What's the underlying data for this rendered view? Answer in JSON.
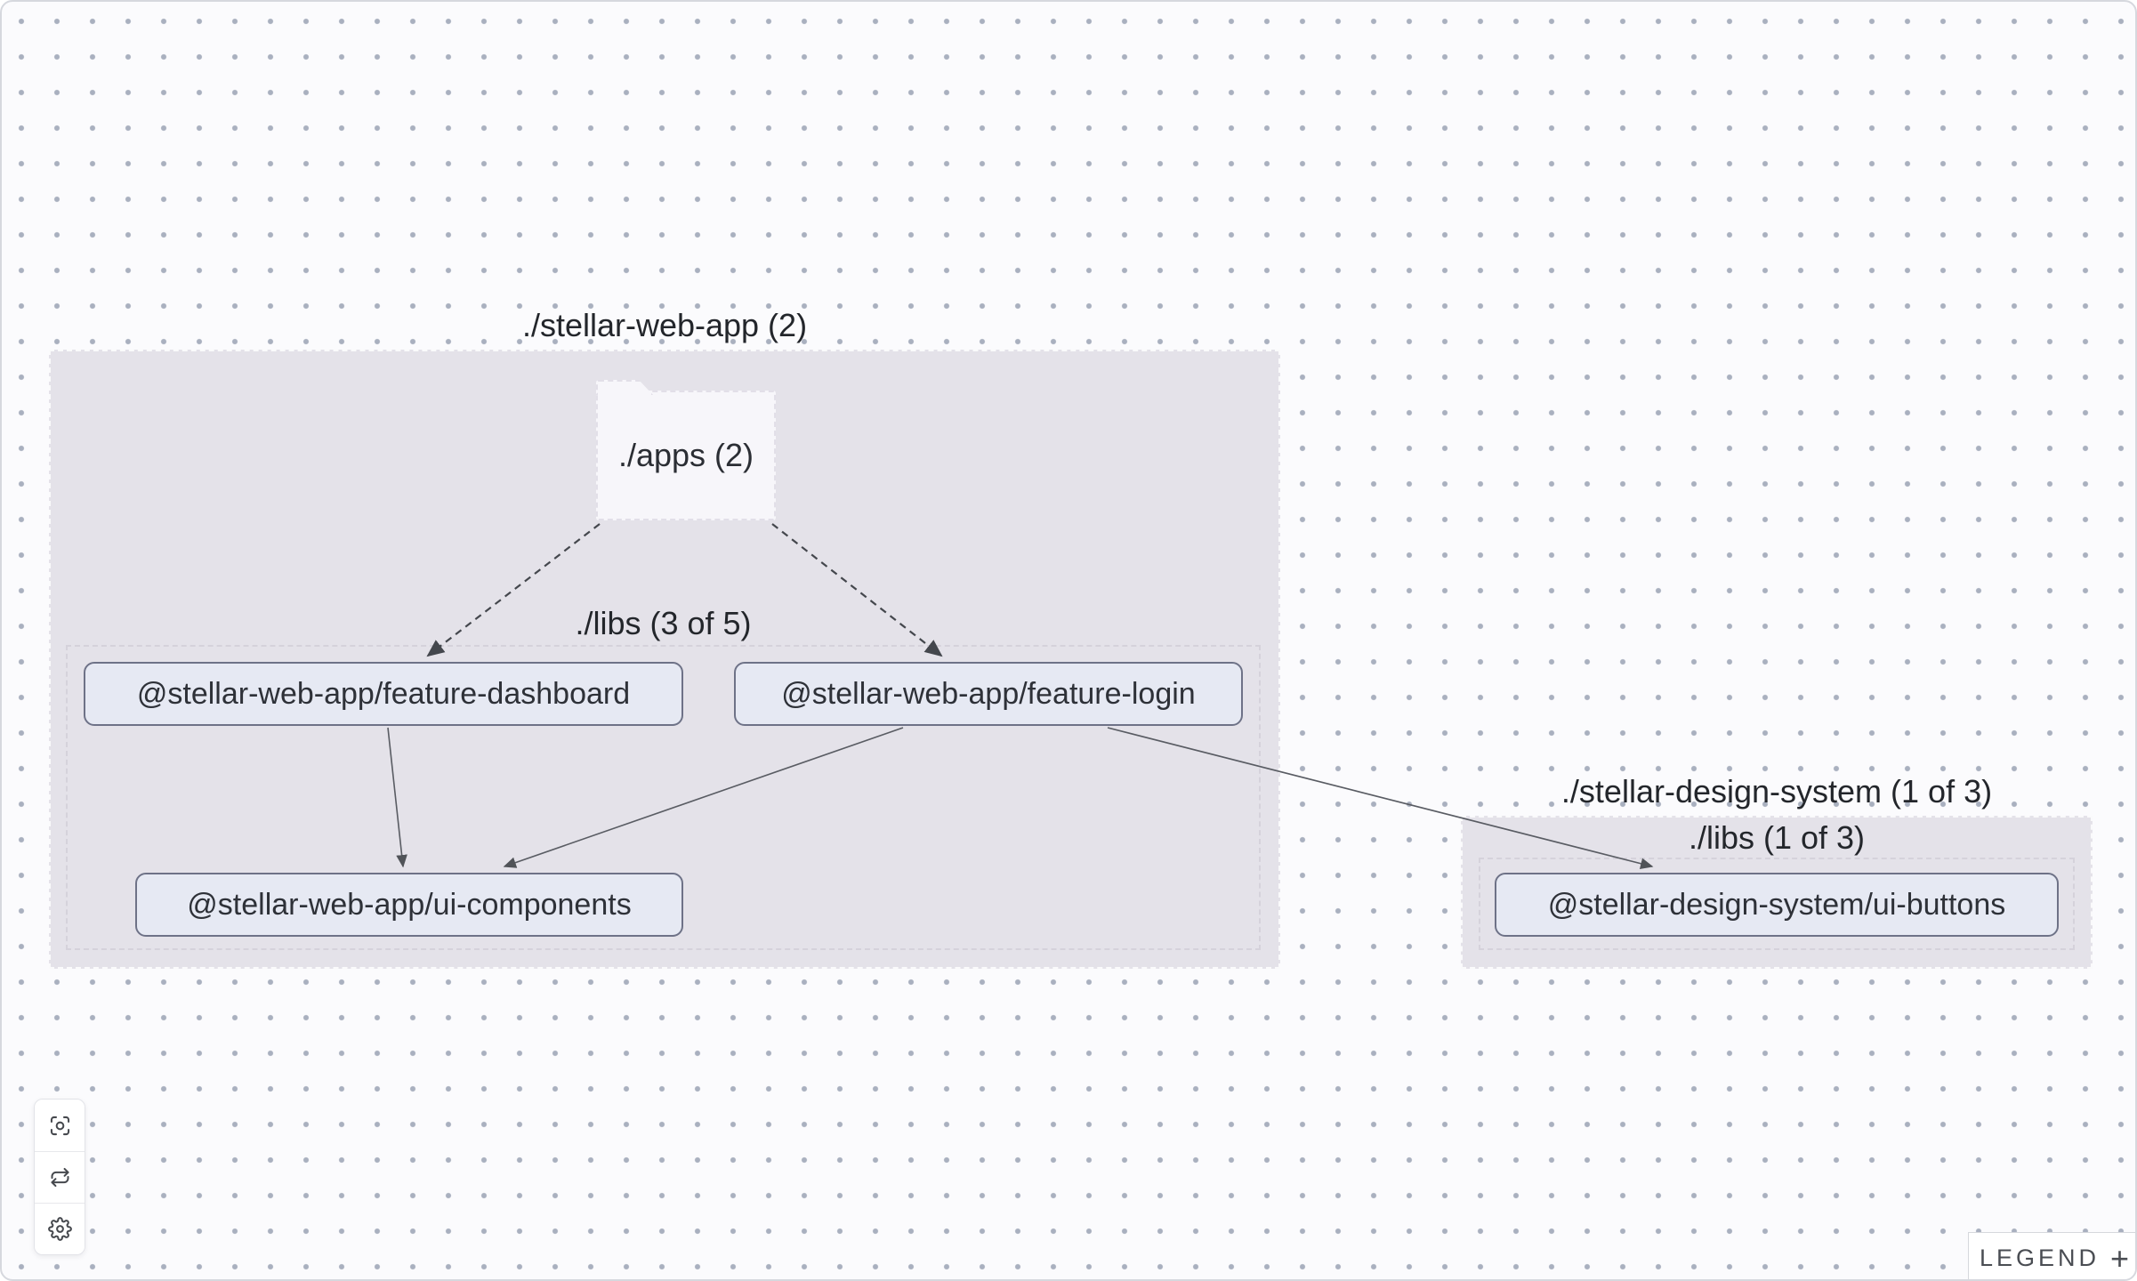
{
  "graph": {
    "groups": {
      "web_app": {
        "title": "./stellar-web-app (2)",
        "apps_folder_label": "./apps (2)",
        "libs_label": "./libs (3 of 5)"
      },
      "design_system": {
        "title": "./stellar-design-system (1 of 3)",
        "libs_label": "./libs (1 of 3)"
      }
    },
    "nodes": {
      "feature_dashboard": {
        "label": "@stellar-web-app/feature-dashboard"
      },
      "feature_login": {
        "label": "@stellar-web-app/feature-login"
      },
      "ui_components": {
        "label": "@stellar-web-app/ui-components"
      },
      "ui_buttons": {
        "label": "@stellar-design-system/ui-buttons"
      }
    },
    "edges": [
      {
        "from": "apps-folder",
        "to": "feature-dashboard",
        "style": "dashed"
      },
      {
        "from": "apps-folder",
        "to": "feature-login",
        "style": "dashed"
      },
      {
        "from": "feature-dashboard",
        "to": "ui-components",
        "style": "solid"
      },
      {
        "from": "feature-login",
        "to": "ui-components",
        "style": "solid"
      },
      {
        "from": "feature-login",
        "to": "ui-buttons",
        "style": "solid"
      }
    ]
  },
  "toolbar": {
    "buttons": [
      {
        "name": "focus-graph"
      },
      {
        "name": "refresh-graph"
      },
      {
        "name": "settings"
      }
    ]
  },
  "legend": {
    "label": "LEGEND",
    "toggle_symbol": "+"
  },
  "colors": {
    "canvas_bg": "#fbfbfd",
    "dot": "#a9b0bf",
    "group_fill": "#e4e2e9",
    "group_border_dash": "#fafafb",
    "libs_border_dash": "#d5d2db",
    "folder_fill": "#f7f6fa",
    "node_fill": "#e6e9f3",
    "node_border": "#6e7287",
    "edge_solid": "#595c63",
    "edge_dashed": "#44474d",
    "text": "#23262b"
  }
}
